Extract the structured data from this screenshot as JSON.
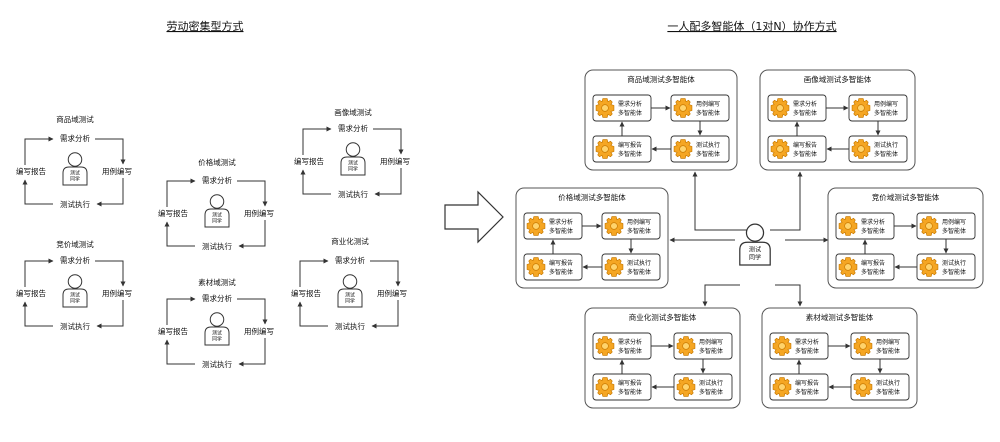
{
  "left_title": "劳动密集型方式",
  "right_title": "一人配多智能体（1对N）协作方式",
  "steps": {
    "demand": "需求分析",
    "case": "用例编写",
    "exec": "测试执行",
    "report": "编写报告"
  },
  "person": {
    "line1": "测试",
    "line2": "同学"
  },
  "left_domains": [
    {
      "name": "商品域测试"
    },
    {
      "name": "价格域测试"
    },
    {
      "name": "画像域测试"
    },
    {
      "name": "竞价域测试"
    },
    {
      "name": "素材域测试"
    },
    {
      "name": "商业化测试"
    }
  ],
  "agent_suffix": "多智能体",
  "agent_label": {
    "line2": "多智能体"
  },
  "right_groups": [
    {
      "name": "商品域测试多智能体"
    },
    {
      "name": "画像域测试多智能体"
    },
    {
      "name": "价格域测试多智能体"
    },
    {
      "name": "竞价域测试多智能体"
    },
    {
      "name": "商业化测试多智能体"
    },
    {
      "name": "素材域测试多智能体"
    }
  ],
  "colors": {
    "line": "#333333",
    "gear": "#f5a623",
    "gear_dark": "#c97a00",
    "box_border": "#555555"
  }
}
